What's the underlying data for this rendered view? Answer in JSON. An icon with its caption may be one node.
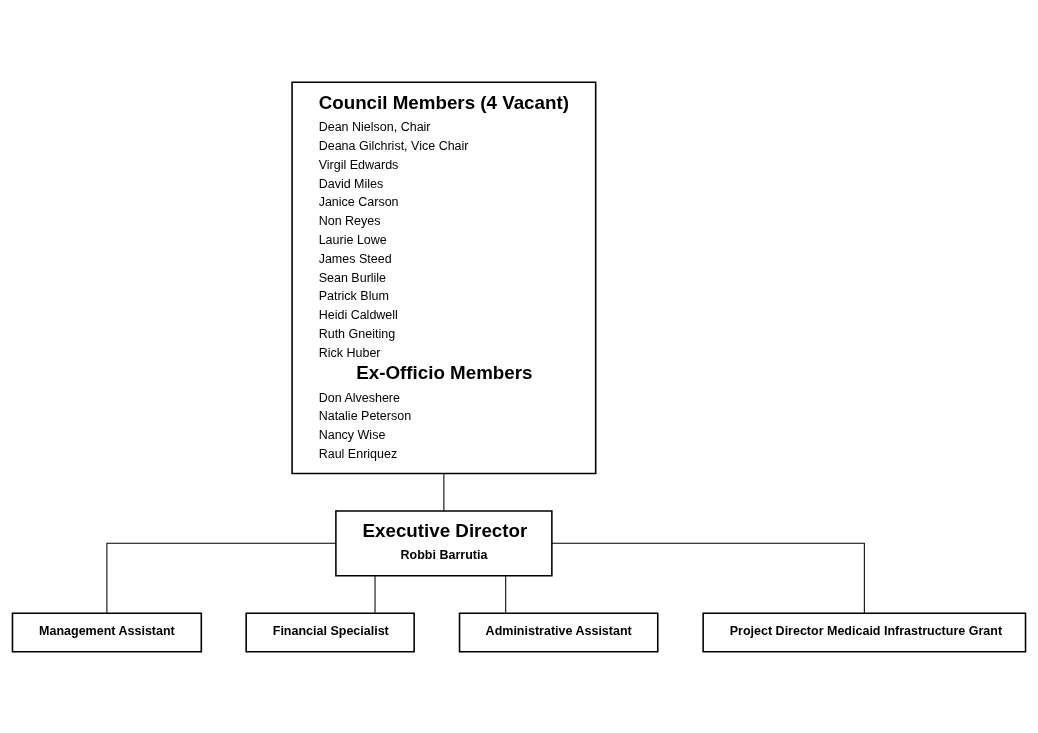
{
  "diagram": {
    "nodes": [
      {
        "text": [
          "Council Members (4 Vacant)",
          "Dean Nielson, Chair",
          "Deana Gilchrist, Vice Chair",
          "Virgil Edwards",
          "David Miles",
          "Janice Carson",
          "Non Reyes",
          "Laurie Lowe",
          "James Steed",
          "Sean Burlile",
          "Patrick Blum",
          "Heidi Caldwell",
          "Ruth Gneiting",
          "Rick Huber",
          "Ex-Officio Members",
          "Don Alveshere",
          "Natalie Peterson",
          "Nancy Wise",
          "Raul Enriquez"
        ]
      },
      {
        "text": [
          "Executive Director",
          "Robbi Barrutia"
        ]
      },
      {
        "text": [
          "Management Assistant"
        ]
      },
      {
        "text": [
          "Financial Specialist"
        ]
      },
      {
        "text": [
          "Administrative Assistant"
        ]
      },
      {
        "text": [
          "Project Director Medicaid Infrastructure Grant"
        ]
      }
    ],
    "edges": [
      {
        "from": 0,
        "to": 1,
        "arrow": "none"
      },
      {
        "from": 1,
        "to": 2,
        "arrow": "none"
      },
      {
        "from": 1,
        "to": 3,
        "arrow": "none"
      },
      {
        "from": 1,
        "to": 4,
        "arrow": "none"
      },
      {
        "from": 1,
        "to": 5,
        "arrow": "none"
      }
    ]
  }
}
